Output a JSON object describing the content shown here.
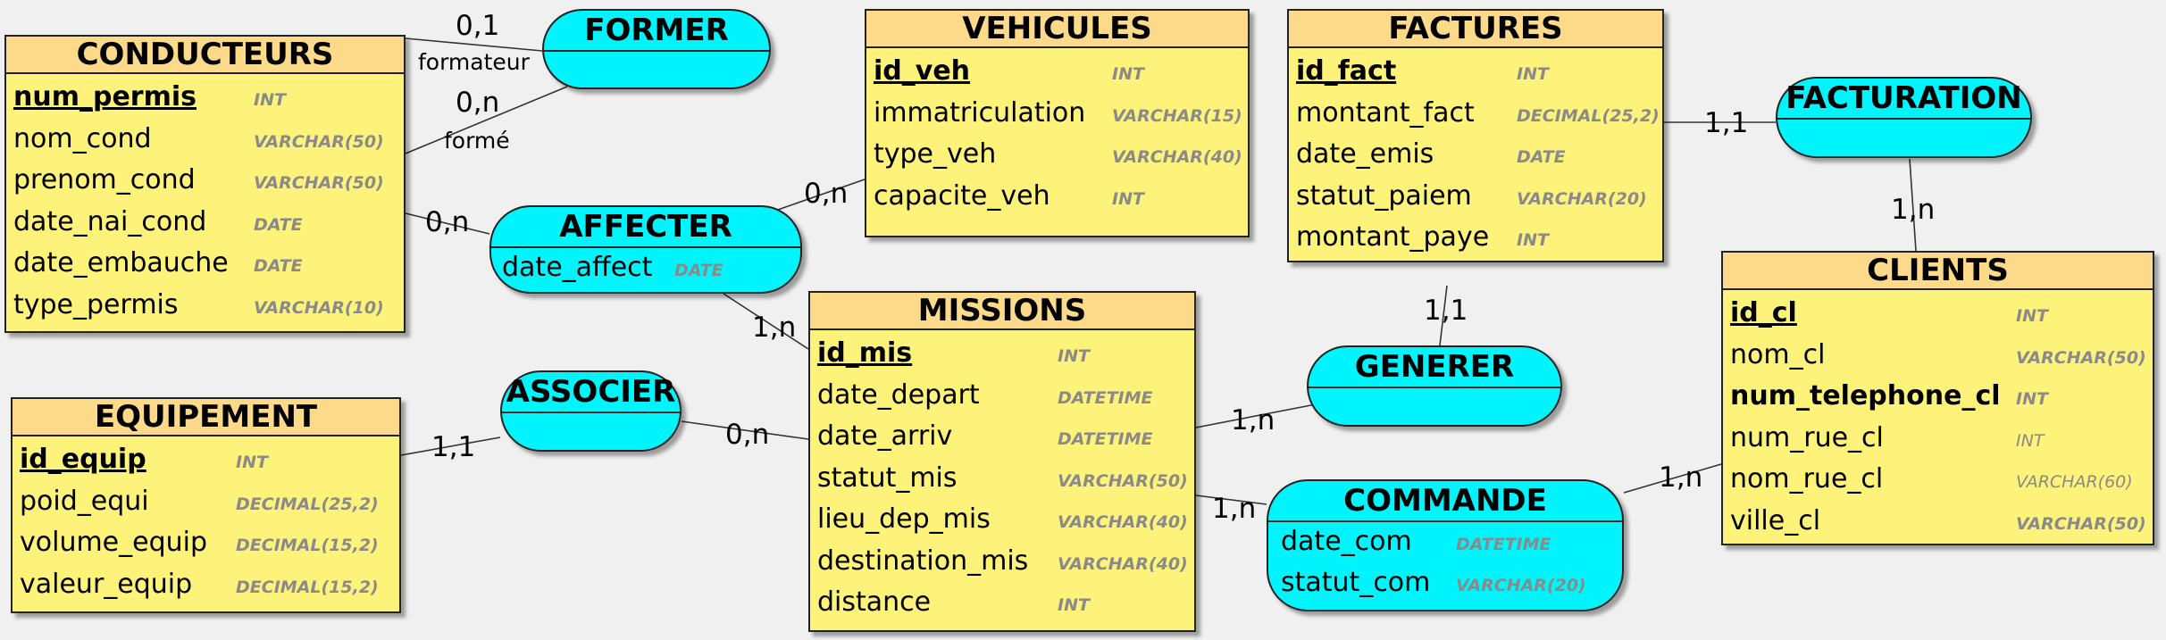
{
  "entities": {
    "conducteurs": {
      "name": "CONDUCTEURS",
      "attributes": [
        {
          "name": "num_permis",
          "type": "INT"
        },
        {
          "name": "nom_cond",
          "type": "VARCHAR(50)"
        },
        {
          "name": "prenom_cond",
          "type": "VARCHAR(50)"
        },
        {
          "name": "date_nai_cond",
          "type": "DATE"
        },
        {
          "name": "date_embauche",
          "type": "DATE"
        },
        {
          "name": "type_permis",
          "type": "VARCHAR(10)"
        }
      ]
    },
    "vehicules": {
      "name": "VEHICULES",
      "attributes": [
        {
          "name": "id_veh",
          "type": "INT"
        },
        {
          "name": "immatriculation",
          "type": "VARCHAR(15)"
        },
        {
          "name": "type_veh",
          "type": "VARCHAR(40)"
        },
        {
          "name": "capacite_veh",
          "type": "INT"
        }
      ]
    },
    "factures": {
      "name": "FACTURES",
      "attributes": [
        {
          "name": "id_fact",
          "type": "INT"
        },
        {
          "name": "montant_fact",
          "type": "DECIMAL(25,2)"
        },
        {
          "name": "date_emis",
          "type": "DATE"
        },
        {
          "name": "statut_paiem",
          "type": "VARCHAR(20)"
        },
        {
          "name": "montant_paye",
          "type": "INT"
        }
      ]
    },
    "missions": {
      "name": "MISSIONS",
      "attributes": [
        {
          "name": "id_mis",
          "type": "INT"
        },
        {
          "name": "date_depart",
          "type": "DATETIME"
        },
        {
          "name": "date_arriv",
          "type": "DATETIME"
        },
        {
          "name": "statut_mis",
          "type": "VARCHAR(50)"
        },
        {
          "name": "lieu_dep_mis",
          "type": "VARCHAR(40)"
        },
        {
          "name": "destination_mis",
          "type": "VARCHAR(40)"
        },
        {
          "name": "distance",
          "type": "INT"
        }
      ]
    },
    "equipement": {
      "name": "EQUIPEMENT",
      "attributes": [
        {
          "name": "id_equip",
          "type": "INT"
        },
        {
          "name": "poid_equi",
          "type": "DECIMAL(25,2)"
        },
        {
          "name": "volume_equip",
          "type": "DECIMAL(15,2)"
        },
        {
          "name": "valeur_equip",
          "type": "DECIMAL(15,2)"
        }
      ]
    },
    "clients": {
      "name": "CLIENTS",
      "attributes": [
        {
          "name": "id_cl",
          "type": "INT"
        },
        {
          "name": "nom_cl",
          "type": "VARCHAR(50)"
        },
        {
          "name": "num_telephone_cl",
          "type": "INT"
        },
        {
          "name": "num_rue_cl",
          "type": "INT"
        },
        {
          "name": "nom_rue_cl",
          "type": "VARCHAR(60)"
        },
        {
          "name": "ville_cl",
          "type": "VARCHAR(50)"
        }
      ]
    }
  },
  "associations": {
    "former": {
      "name": "FORMER"
    },
    "affecter": {
      "name": "AFFECTER",
      "attributes": [
        {
          "name": "date_affect",
          "type": "DATE"
        }
      ]
    },
    "associer": {
      "name": "ASSOCIER"
    },
    "facturation": {
      "name": "FACTURATION"
    },
    "generer": {
      "name": "GENERER"
    },
    "commande": {
      "name": "COMMANDE",
      "attributes": [
        {
          "name": "date_com",
          "type": "DATETIME"
        },
        {
          "name": "statut_com",
          "type": "VARCHAR(20)"
        }
      ]
    }
  },
  "cardinalities": {
    "former_formateur": "0,1",
    "former_forme": "0,n",
    "affecter_conducteurs": "0,n",
    "affecter_vehicules": "0,n",
    "affecter_missions": "1,n",
    "associer_equipement": "1,1",
    "associer_missions": "0,n",
    "facturation_factures": "1,1",
    "facturation_clients": "1,n",
    "generer_factures": "1,1",
    "generer_missions": "1,n",
    "commande_missions": "1,n",
    "commande_clients": "1,n"
  },
  "roles": {
    "formateur": "formateur",
    "forme": "formé"
  },
  "colors": {
    "entity_fill": "#fdf27a",
    "entity_header": "#fdd98a",
    "association_fill": "#00f4fc",
    "type_text": "#8a8a8a"
  }
}
